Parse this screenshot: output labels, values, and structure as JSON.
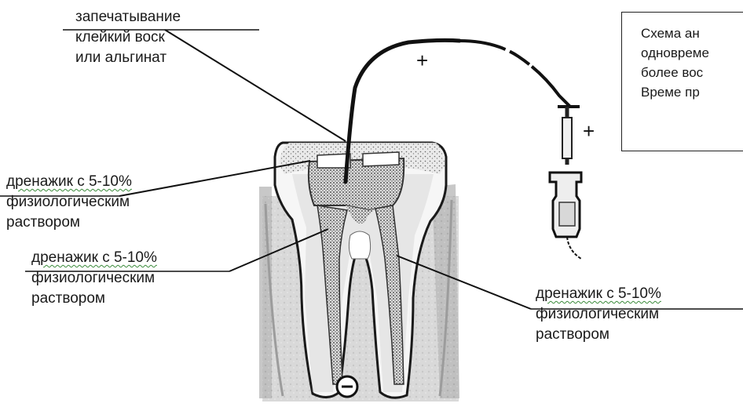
{
  "labels": {
    "seal": {
      "line1": "запечатывание",
      "line2": "клейкий воск",
      "line3": "или альгинат"
    },
    "drain_left": {
      "line1": "дренажик с 5-10%",
      "line2": "физиологическим",
      "line3": "раствором"
    },
    "drain_middle": {
      "line1": "дренажик с 5-10%",
      "line2": "физиологическим",
      "line3": "раствором"
    },
    "drain_right": {
      "line1": "дренажик с 5-10%",
      "line2": "физиологическим",
      "line3": "раствором"
    }
  },
  "polarity": {
    "plus_wire": "+",
    "plus_electrode": "+",
    "minus_apex": "−"
  },
  "note": {
    "line1": "Схема ан",
    "line2": "одновреме",
    "line3": "более вос",
    "line4": "Време пр"
  }
}
